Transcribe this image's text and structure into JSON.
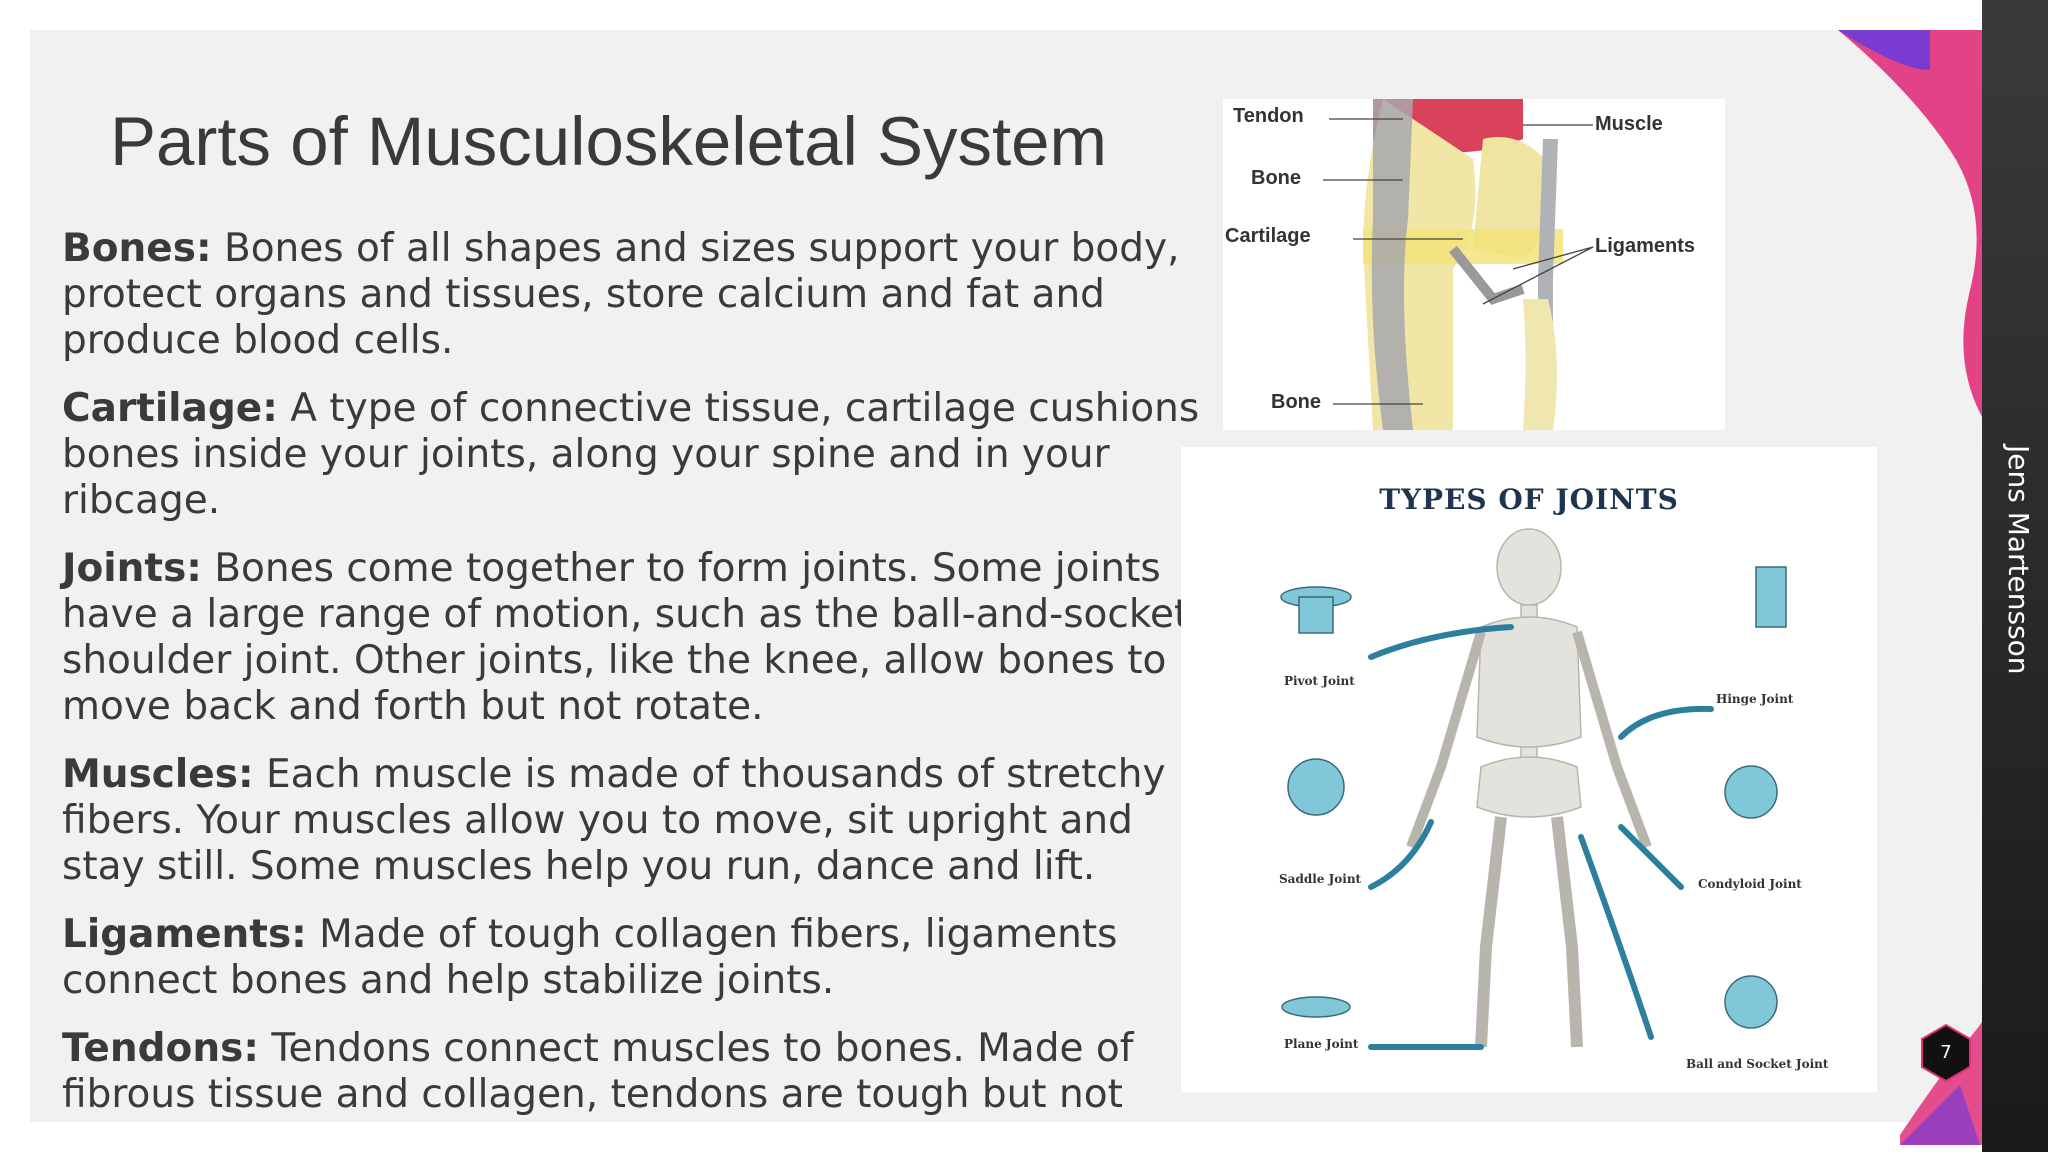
{
  "slide": {
    "title": "Parts of Musculoskeletal System",
    "bullets": [
      {
        "term": "Bones:",
        "text": " Bones of all shapes and sizes support your body, protect organs and tissues, store calcium and fat and produce blood cells."
      },
      {
        "term": "Cartilage:",
        "text": " A type of connective tissue, cartilage cushions bones inside your joints, along your spine and in your ribcage."
      },
      {
        "term": "Joints:",
        "text": " Bones come together to form joints. Some joints have a large range of motion, such as the ball-and-socket shoulder joint. Other joints, like the knee, allow bones to move back and forth but not rotate."
      },
      {
        "term": "Muscles:",
        "text": " Each muscle is made of thousands of stretchy fibers. Your muscles allow you to move, sit upright and stay still. Some muscles help you run, dance and lift."
      },
      {
        "term": "Ligaments:",
        "text": " Made of tough collagen fibers, ligaments connect bones and help stabilize joints."
      },
      {
        "term": "Tendons:",
        "text": " Tendons connect muscles to bones. Made of fibrous tissue and collagen, tendons are tough but not very stretchy."
      }
    ],
    "bullet_glyph": "•"
  },
  "knee_figure": {
    "labels": {
      "tendon": "Tendon",
      "muscle": "Muscle",
      "bone_top": "Bone",
      "cartilage": "Cartilage",
      "ligaments": "Ligaments",
      "bone_bottom": "Bone"
    }
  },
  "joints_figure": {
    "title": "TYPES OF JOINTS",
    "labels": {
      "pivot": "Pivot Joint",
      "hinge": "Hinge Joint",
      "saddle": "Saddle Joint",
      "condyloid": "Condyloid Joint",
      "plane": "Plane Joint",
      "ball_socket": "Ball and Socket Joint"
    }
  },
  "sidebar": {
    "author": "Jens Martensson",
    "page_number": "7"
  },
  "colors": {
    "slide_bg": "#f1f1f1",
    "text": "#3a3a3a",
    "arrow_blue": "#2e7f9e",
    "accent_magenta": "#e0307a",
    "accent_purple": "#7a3bd0",
    "sidebar_dark": "#2a2a2a"
  }
}
